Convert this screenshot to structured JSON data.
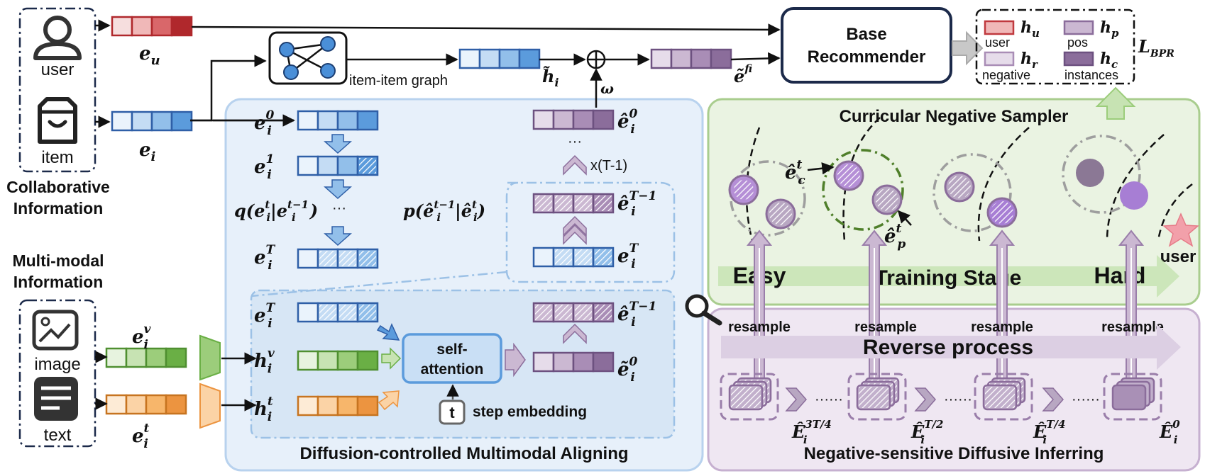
{
  "colors": {
    "red": [
      "#f6dede",
      "#f0b8b8",
      "#d9676a",
      "#b0282c"
    ],
    "blue": [
      "#eaf3fc",
      "#c4dcf4",
      "#92bfea",
      "#5b9bdc"
    ],
    "blue_border": "#2f5fa7",
    "purple": [
      "#e6dcea",
      "#cbb8d2",
      "#a98db6",
      "#8b6d9b"
    ],
    "green": [
      "#e7f3df",
      "#c7e3b3",
      "#9ccd7b",
      "#6aaf45"
    ],
    "orange": [
      "#fdebd6",
      "#fbd3a6",
      "#f7b66b",
      "#ec9440"
    ],
    "navy": "#1c2a4a",
    "blue_panel": "#e7f0fa",
    "green_panel": "#eaf3e2",
    "purple_panel": "#efe7f2"
  },
  "icons": {
    "user": "user-icon",
    "item": "item-bag-icon",
    "image": "image-icon",
    "text": "text-document-icon",
    "graph": "graph-network-icon",
    "magnifier": "magnifier-icon",
    "star": "star-icon"
  },
  "left": {
    "user_label": "user",
    "item_label": "item",
    "collab_line1": "Collaborative",
    "collab_line2": "Information",
    "mm_line1": "Multi-modal",
    "mm_line2": "Information",
    "image_label": "image",
    "text_label": "text"
  },
  "top": {
    "e_u": "e",
    "e_u_sub": "u",
    "e_i": "e",
    "e_i_sub": "i",
    "graph_label": "item-item graph",
    "h_tilde": "h̃",
    "h_tilde_sub": "i",
    "plus": "⊕",
    "omega": "ω",
    "e_f": "ẽ",
    "e_f_sub": "i",
    "e_f_sup": "f",
    "base_line1": "Base",
    "base_line2": "Recommender"
  },
  "legend": {
    "hu": "h",
    "hu_sub": "u",
    "user": "user",
    "hp": "h",
    "hp_sub": "p",
    "pos": "pos",
    "hr": "h",
    "hr_sub": "r",
    "negative": "negative",
    "hc": "h",
    "hc_sub": "c",
    "instances": "instances",
    "loss": "L",
    "loss_sub": "BPR"
  },
  "diffusion": {
    "e0": "e",
    "e0_sup": "0",
    "e1": "e",
    "e1_sup": "1",
    "eT": "e",
    "eT_sup": "T",
    "q_text": "q(e",
    "q_rest": "|e",
    "q_sup1": "t",
    "q_sup2": "t−1",
    "p_text": "p(ê",
    "p_rest": "|ê",
    "p_sup1": "t−1",
    "p_sup2": "t",
    "dots": "···",
    "hat_e0": "ê",
    "hat_e0_sup": "0",
    "repeat": "x(T-1)",
    "hat_eT1": "ê",
    "hat_eT1_sup": "T−1",
    "eT_right": "e",
    "eT_right_sup": "T",
    "lower_eT": "e",
    "lower_eT_sup": "T",
    "hv": "h",
    "hv_sup": "v",
    "ht": "h",
    "ht_sup": "t",
    "self_attn1": "self-",
    "self_attn2": "attention",
    "t": "t",
    "step_embedding": "step embedding",
    "lower_hat": "ê",
    "lower_hat_sup": "T−1",
    "tilde_e0": "ẽ",
    "tilde_e0_sup": "0",
    "ev": "e",
    "ev_sup": "v",
    "et": "e",
    "et_sup": "t",
    "panel_title": "Diffusion-controlled Multimodal Aligning",
    "i": "i"
  },
  "sampler": {
    "title": "Curricular Negative Sampler",
    "ec": "ê",
    "ec_sup": "t",
    "ec_sub": "c",
    "ep": "ê",
    "ep_sup": "t",
    "ep_sub": "p",
    "easy": "Easy",
    "training_stage": "Training Stage",
    "hard": "Hard",
    "user": "user"
  },
  "inferring": {
    "resample": "resample",
    "reverse": "Reverse process",
    "E": "Ê",
    "E1_sup": "3T/4",
    "E2_sup": "T/2",
    "E3_sup": "T/4",
    "E4_sup": "0",
    "sub": "i",
    "title": "Negative-sensitive Diffusive Inferring"
  }
}
